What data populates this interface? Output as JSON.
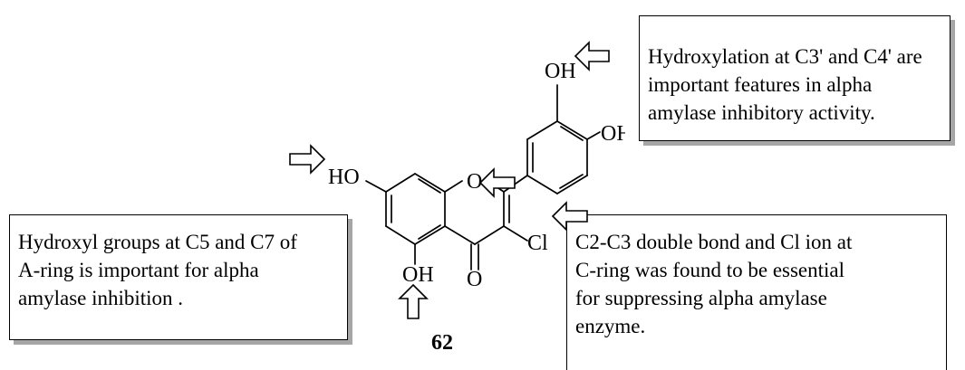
{
  "notes": {
    "top": {
      "lines": [
        "Hydroxylation at C3' and C4' are",
        "important features in alpha",
        "amylase inhibitory activity."
      ]
    },
    "left": {
      "lines": [
        "Hydroxyl groups at C5 and C7 of",
        "A-ring is important for alpha",
        "amylase inhibition ."
      ]
    },
    "right": {
      "lines": [
        "C2-C3 double bond and Cl ion at",
        "C-ring was found to be essential",
        "for suppressing alpha amylase",
        "enzyme."
      ]
    }
  },
  "molecule": {
    "atoms": {
      "oh_3prime": "OH",
      "oh_4prime": "OH",
      "ho_7": "HO",
      "o_ring": "O",
      "oh_5": "OH",
      "o_carbonyl": "O",
      "cl": "Cl"
    },
    "compound_number": "62"
  }
}
